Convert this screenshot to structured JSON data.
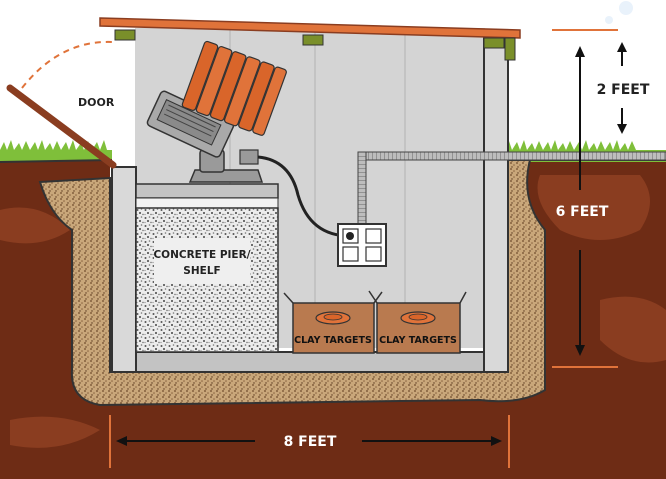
{
  "labels": {
    "door": "DOOR",
    "pier": [
      "CONCRETE PIER/",
      "SHELF"
    ],
    "clay_targets_1": "CLAY TARGETS",
    "clay_targets_2": "CLAY TARGETS",
    "width": "8 FEET",
    "depth": "6 FEET",
    "above_ground": "2 FEET"
  },
  "colors": {
    "sky": "#ffffff",
    "grass": "#7fbf3a",
    "dirt": "#6e2c15",
    "dirt_light": "#8a3d20",
    "gravel": "#c9a77a",
    "wall": "#d4d4d4",
    "wall_dark": "#a9a9a9",
    "roof": "#e0733a",
    "outline": "#222222",
    "box": "#b97a4f",
    "target": "#e0733a",
    "dim_line": "#e0733a"
  },
  "icons": {
    "thrower": "clay-target-thrower-icon",
    "outlet": "electrical-outlet-icon",
    "conduit": "conduit-pipe-icon"
  }
}
